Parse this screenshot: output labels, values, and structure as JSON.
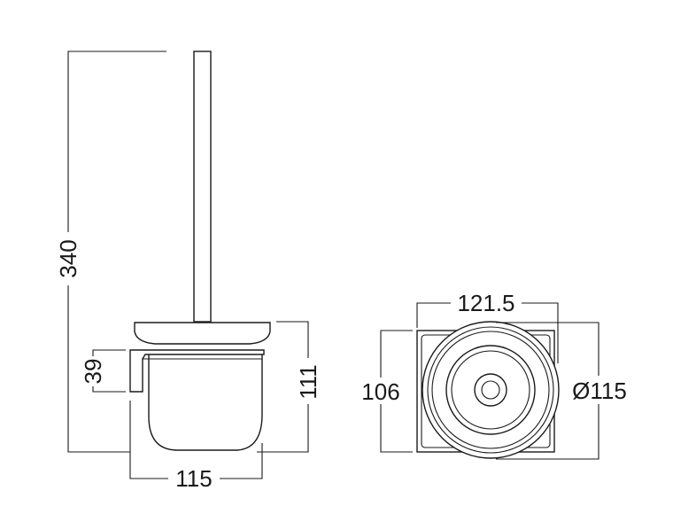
{
  "dimensions": {
    "total_height": "340",
    "holder_height": "39",
    "cup_height": "111",
    "side_width": "115",
    "top_width": "121.5",
    "top_depth": "106",
    "diameter": "Ø115"
  },
  "colors": {
    "line": "#1a1a1a",
    "background": "#ffffff"
  }
}
